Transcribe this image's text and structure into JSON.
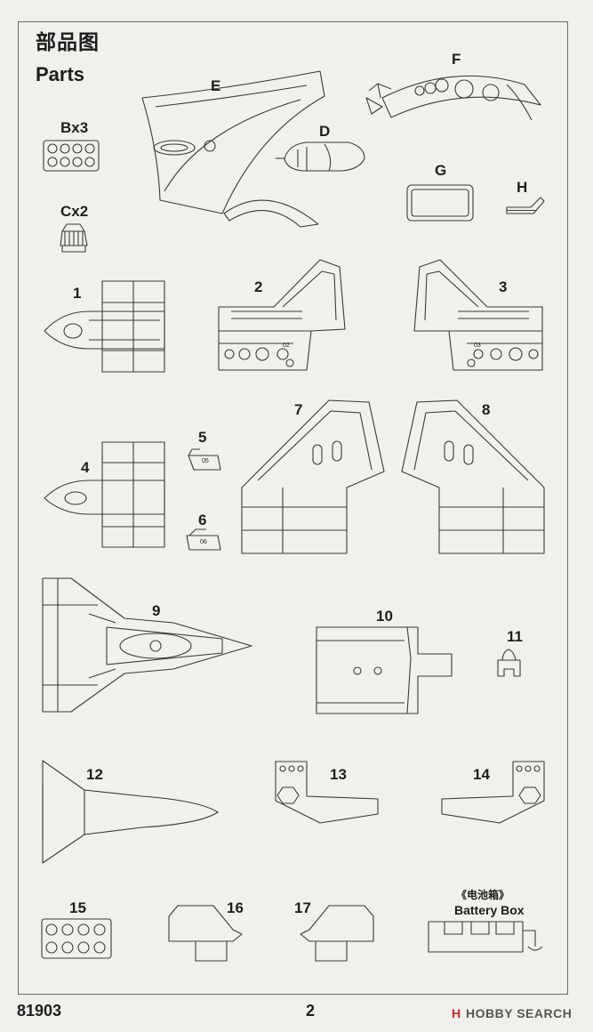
{
  "header": {
    "title_cn": "部品图",
    "title_en": "Parts"
  },
  "sprues": {
    "B": "Bx3",
    "C": "Cx2",
    "D": "D",
    "E": "E",
    "F": "F",
    "G": "G",
    "H": "H"
  },
  "parts": [
    "1",
    "2",
    "3",
    "4",
    "5",
    "6",
    "7",
    "8",
    "9",
    "10",
    "11",
    "12",
    "13",
    "14",
    "15",
    "16",
    "17"
  ],
  "part_marks": {
    "p5": "05",
    "p6": "06",
    "p2": "02",
    "p3": "03"
  },
  "battery": {
    "cn": "《电池箱》",
    "en": "Battery Box"
  },
  "footer": {
    "code": "81903",
    "page": "2"
  },
  "watermark": {
    "logo": "H",
    "text": "HOBBY SEARCH"
  }
}
